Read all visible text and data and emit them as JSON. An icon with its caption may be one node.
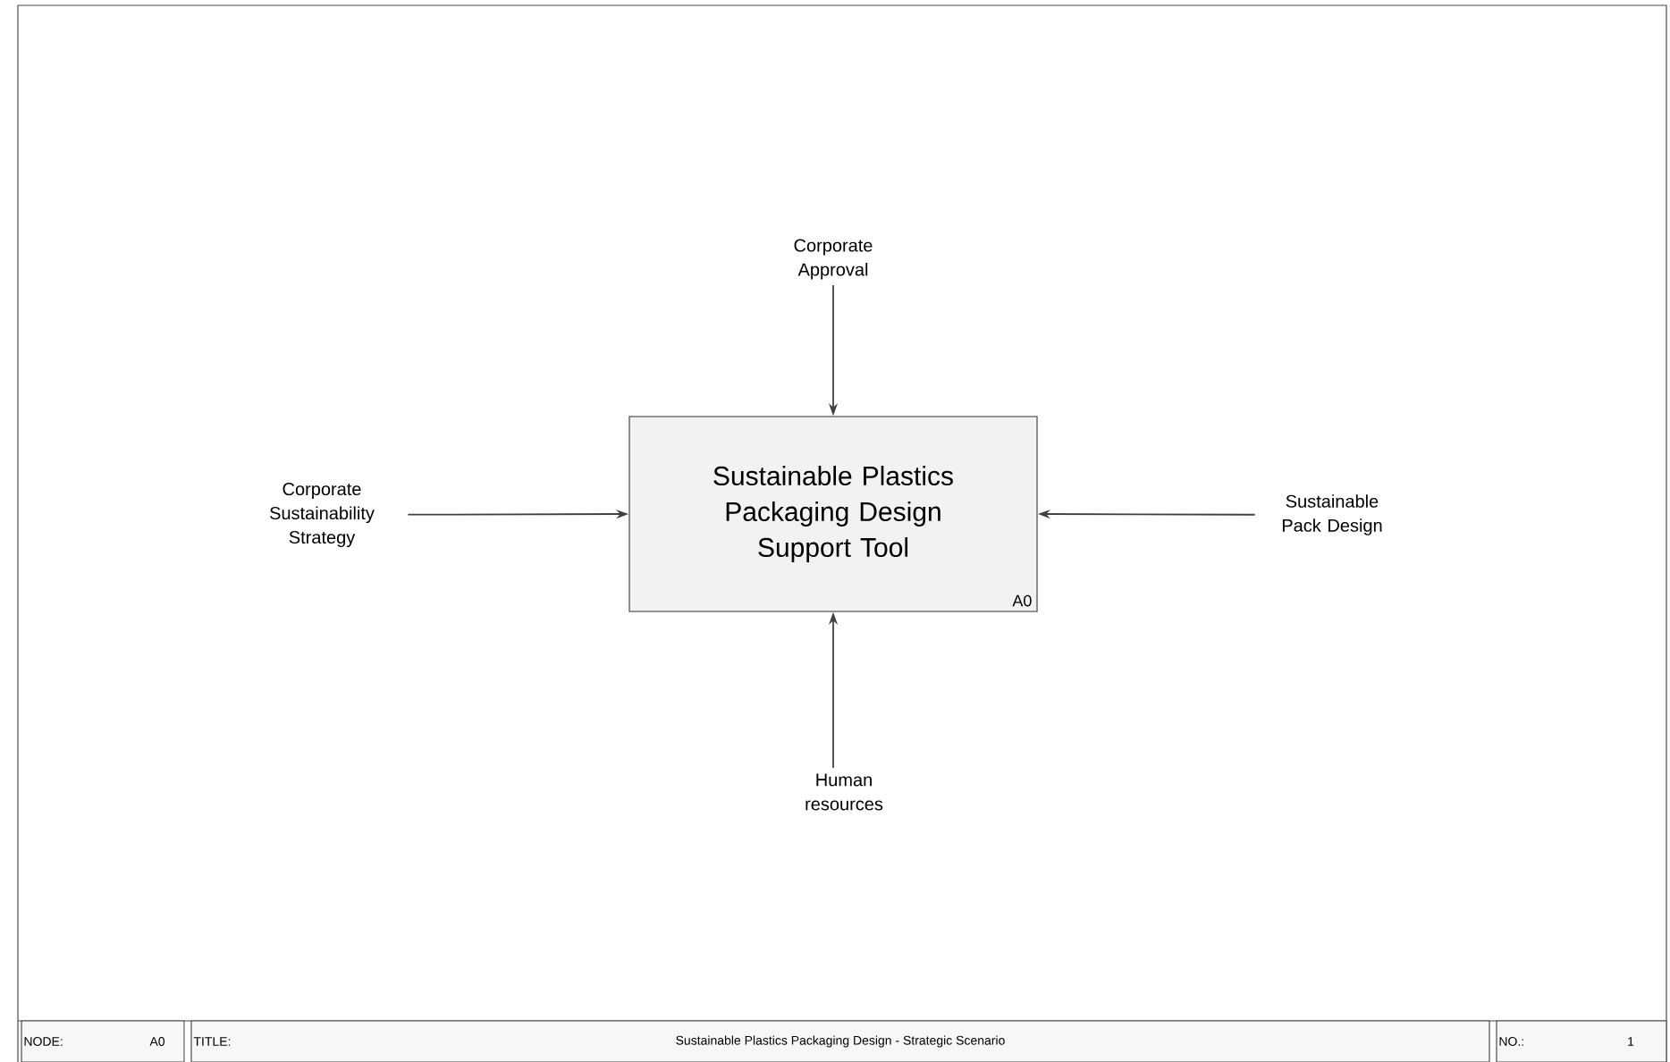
{
  "diagram": {
    "nodes": [
      {
        "text": [
          "Sustainable Plastics Packaging Design Support Tool",
          "A0"
        ]
      },
      {
        "text": [
          "Corporate Approval"
        ]
      },
      {
        "text": [
          "Corporate Sustainability Strategy"
        ]
      },
      {
        "text": [
          "Sustainable Pack Design"
        ]
      },
      {
        "text": [
          "Human resources"
        ]
      }
    ],
    "edges": [
      {
        "from": 1,
        "to": 0,
        "arrow": "to"
      },
      {
        "from": 2,
        "to": 0,
        "arrow": "to"
      },
      {
        "from": 3,
        "to": 0,
        "arrow": "to"
      },
      {
        "from": 4,
        "to": 0,
        "arrow": "to"
      }
    ],
    "labels": [
      "NODE:",
      "A0",
      "TITLE:",
      "Sustainable Plastics Packaging Design - Strategic Scenario",
      "NO.:",
      "1"
    ]
  }
}
